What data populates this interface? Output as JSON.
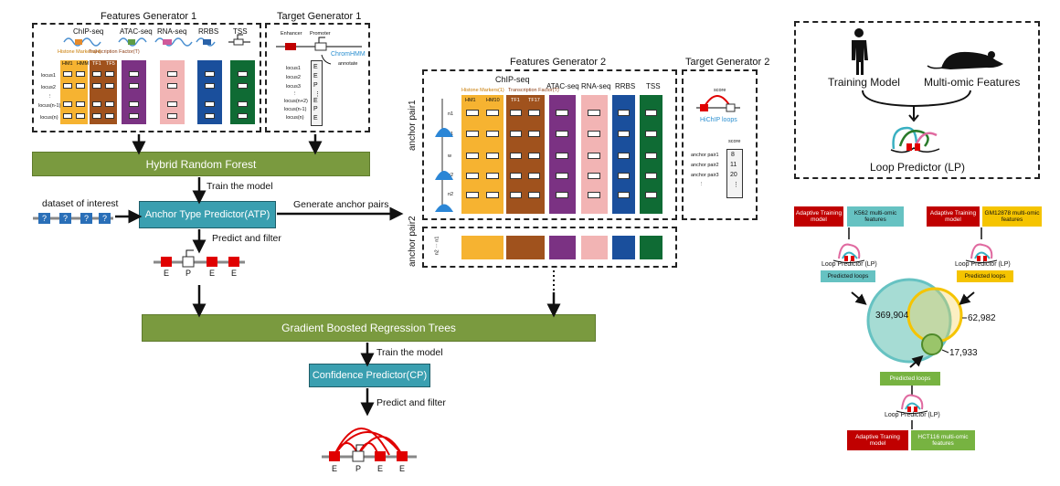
{
  "colors": {
    "chipseq_histone": "#f6b331",
    "chipseq_tf": "#a0521d",
    "atacseq": "#7b3283",
    "rnaseq": "#f2b4b4",
    "rrbs": "#1a4f9c",
    "tss": "#0f6b34",
    "green_bar": "#7a9a3f",
    "teal_box": "#3a9fb0",
    "red_box": "#c00000",
    "k562": "#66c2c2",
    "gm12878": "#f5c400",
    "hct116": "#77b341"
  },
  "left": {
    "features_generator_1": "Features Generator 1",
    "target_generator_1": "Target Generator 1",
    "tracks": [
      "ChIP-seq",
      "ATAC-seq",
      "RNA-seq",
      "RRBS",
      "TSS"
    ],
    "chip_sub": [
      "Histone Markers(H)",
      "Transcription Factor(T)"
    ],
    "chip_cols": [
      "HM1",
      "HMM",
      "TF1",
      "TF5"
    ],
    "loci": [
      "locus1",
      "locus2",
      "⋮",
      "locus(n-1)",
      "locus(n)"
    ],
    "target_loci": [
      "locus1",
      "locus2",
      "locus3",
      "⋮",
      "locus(n+2)",
      "locus(n-1)",
      "locus(n)"
    ],
    "target_labels": [
      "E",
      "E",
      "P",
      "⋮",
      "E",
      "P",
      "E"
    ],
    "enhancer": "Enhancer",
    "promoter": "Promoter",
    "chromhmm": "ChromHMM",
    "annotate": "annotate",
    "hybrid_random_forest": "Hybrid Random Forest",
    "train_model_1": "Train the model",
    "dataset_of_interest": "dataset of interest",
    "q_mark": "?",
    "atp": "Anchor Type Predictor(ATP)",
    "generate_anchor_pairs": "Generate anchor pairs",
    "predict_filter_1": "Predict and filter",
    "epee_1": [
      "E",
      "P",
      "E",
      "E"
    ],
    "gbrt": "Gradient Boosted Regression Trees",
    "train_model_2": "Train the model",
    "cp": "Confidence Predictor(CP)",
    "predict_filter_2": "Predict and filter",
    "epee_2": [
      "E",
      "P",
      "E",
      "E"
    ]
  },
  "middle": {
    "features_generator_2": "Features Generator 2",
    "target_generator_2": "Target Generator 2",
    "tracks": [
      "ChIP-seq",
      "ATAC-seq",
      "RNA-seq",
      "RRBS",
      "TSS"
    ],
    "chip_sub": [
      "Histone Markers(1)",
      "Transcription Factor(T)"
    ],
    "chip_cols": [
      "HM1",
      "HM10",
      "TF1",
      "TF17"
    ],
    "anchor_pair1": "anchor pair1",
    "anchor_pair2": "anchor pair2",
    "row_labels": [
      "n1",
      "a1",
      "w",
      "a2",
      "n2"
    ],
    "pair2_row": "n2 ··· n1",
    "score": "score",
    "hichip_loops": "HiChIP loops",
    "anchor_pairs": [
      "anchor pair1",
      "anchor pair2",
      "anchor pair3",
      "⋮"
    ],
    "scores": [
      "8",
      "11",
      "20",
      "⋮"
    ],
    "score_header": "score"
  },
  "right": {
    "training_model": "Training Model",
    "multiomic_features": "Multi-omic Features",
    "loop_predictor": "Loop Predictor (LP)",
    "adaptive_training_model": "Adaptive Training model",
    "adaptive_traning_model": "Adaptive Traning model",
    "k562": "K562 multi-omic features",
    "gm12878": "GM12878 multi-omic features",
    "hct116": "HCT116 multi-omic features",
    "lp_small": "Loop Predictor (LP)",
    "predicted_loops": "Predicted loops",
    "venn": {
      "k562_only": "369,904",
      "gm12878_only": "62,982",
      "hct116_overlap": "17,933"
    }
  }
}
